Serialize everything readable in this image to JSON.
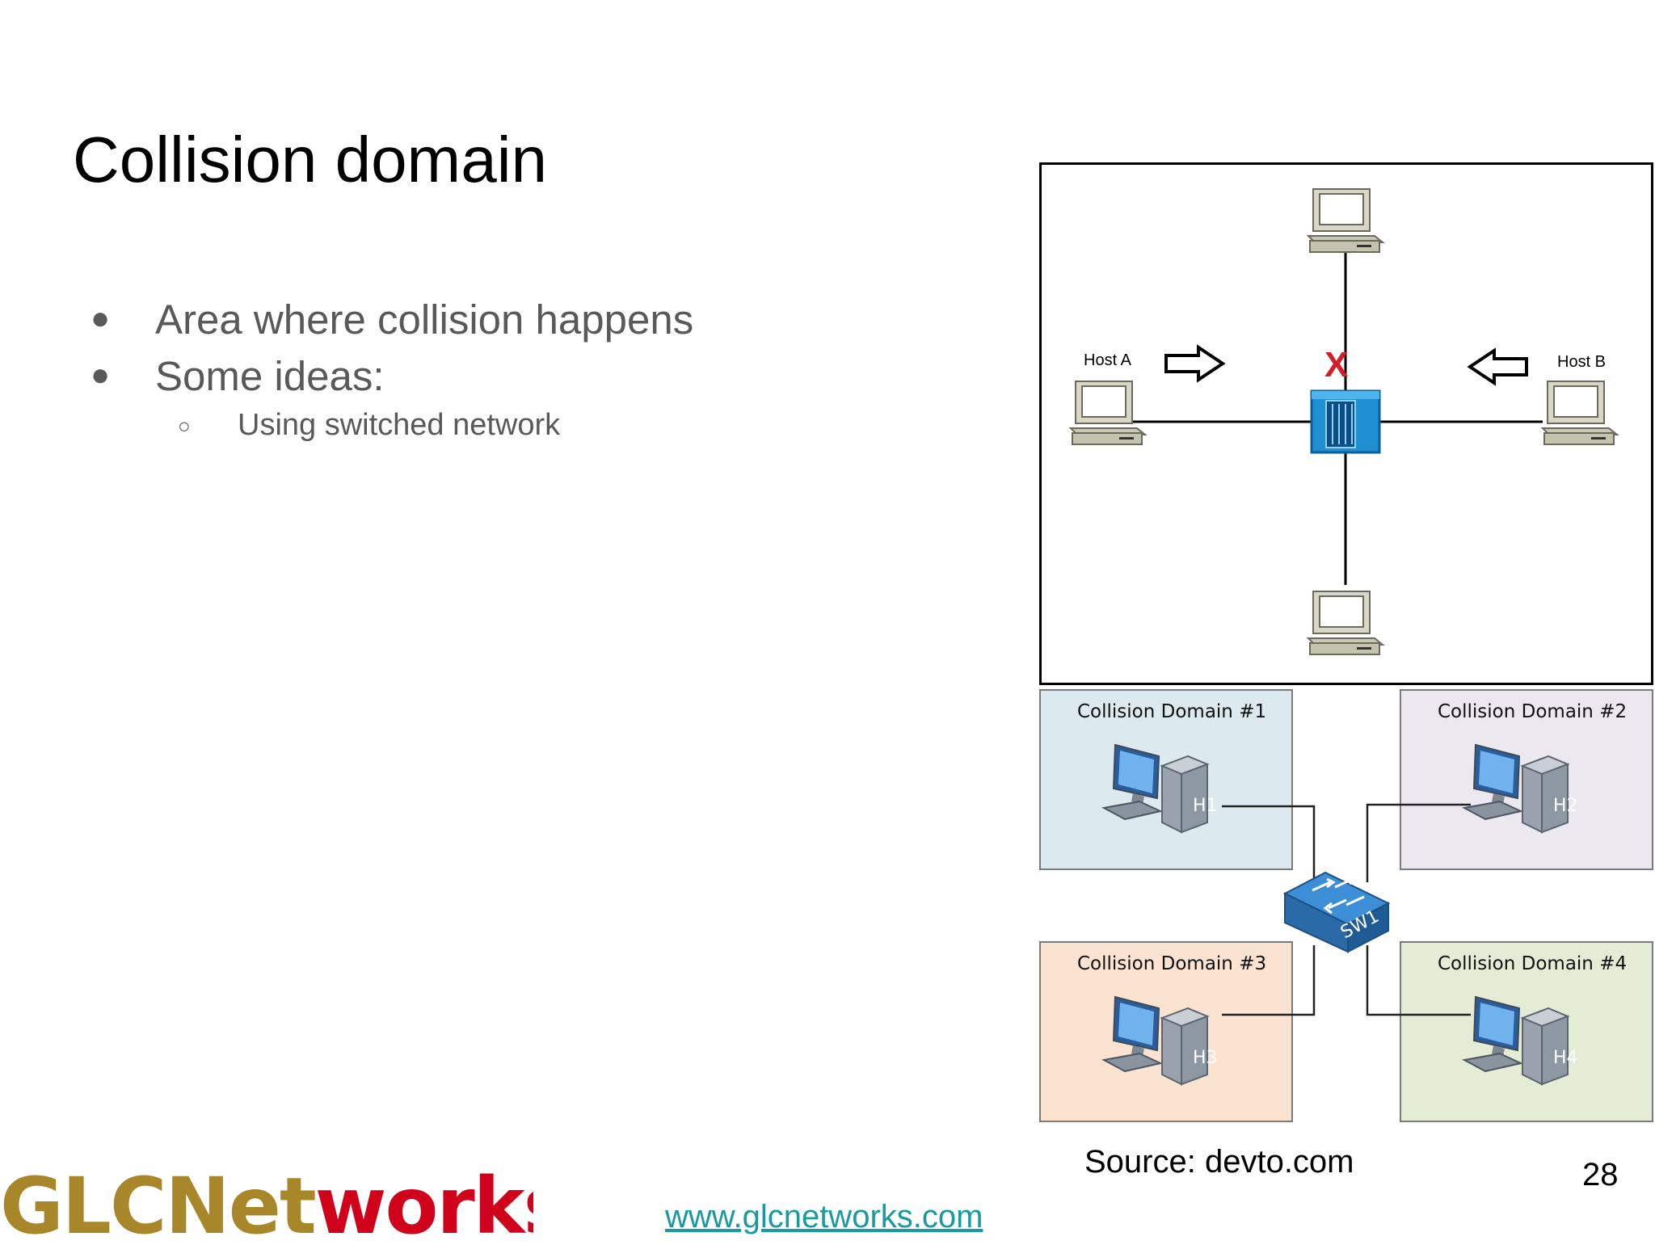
{
  "slide": {
    "title": "Collision domain",
    "bullets": [
      "Area  where collision happens",
      "Some ideas:"
    ],
    "sub_bullets": [
      "Using switched network"
    ],
    "source": "Source: devto.com",
    "page_number": "28",
    "website": "www.glcnetworks.com"
  },
  "top_diagram": {
    "host_a_label": "Host A",
    "host_b_label": "Host B",
    "collision_mark": "X"
  },
  "bottom_diagram": {
    "domain1": "Collision Domain #1",
    "domain2": "Collision Domain #2",
    "domain3": "Collision Domain #3",
    "domain4": "Collision Domain #4",
    "host1": "H1",
    "host2": "H2",
    "host3": "H3",
    "host4": "H4",
    "switch": "SW1"
  },
  "logo": {
    "text_part1": "GLCNet",
    "text_part2": "works",
    "color_gold": "#a8862a",
    "color_red": "#d0021b"
  }
}
